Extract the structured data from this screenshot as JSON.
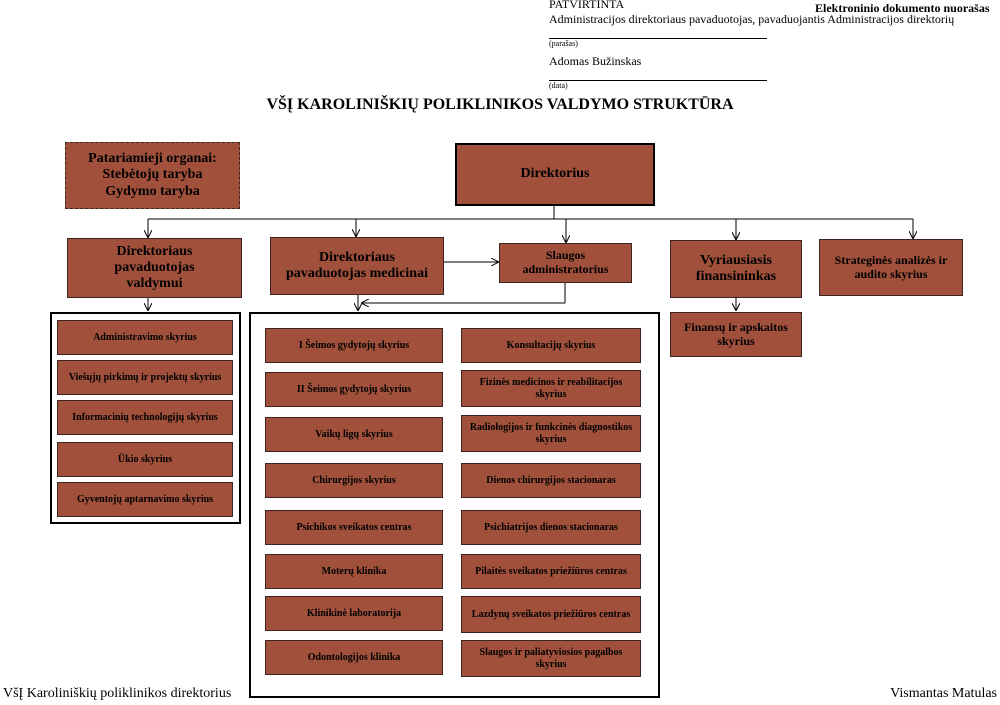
{
  "header": {
    "e_signature": "Elektroninio dokumento nuorašas",
    "approved": "PATVIRTINTA",
    "approver_role": "Administracijos direktoriaus pavaduotojas, pavaduojantis Administracijos direktorių",
    "signature_caption": "(parašas)",
    "approver_name": "Adomas Bužinskas",
    "date_caption": "(data)"
  },
  "title": "VŠĮ KAROLINIŠKIŲ POLIKLINIKOS VALDYMO STRUKTŪRA",
  "advisory": {
    "line1": "Patariamieji organai:",
    "line2": "Stebėtojų taryba",
    "line3": "Gydymo taryba"
  },
  "director": "Direktorius",
  "deputy_management": "Direktoriaus pavaduotojas valdymui",
  "deputy_medicine": "Direktoriaus pavaduotojas medicinai",
  "nursing_admin": "Slaugos administratorius",
  "chief_financier": "Vyriausiasis finansininkas",
  "strategic_audit": "Strateginės analizės ir audito skyrius",
  "finance_accounting": "Finansų ir apskaitos skyrius",
  "management_departments": [
    "Administravimo skyrius",
    "Viešųjų pirkimų ir projektų  skyrius",
    "Informacinių technologijų  skyrius",
    "Ūkio skyrius",
    "Gyventojų aptarnavimo skyrius"
  ],
  "medical_departments_left": [
    "I Šeimos gydytojų skyrius",
    "II Šeimos gydytojų skyrius",
    "Vaikų ligų skyrius",
    "Chirurgijos skyrius",
    "Psichikos sveikatos centras",
    "Moterų klinika",
    "Klinikinė laboratorija",
    "Odontologijos klinika"
  ],
  "medical_departments_right": [
    "Konsultacijų skyrius",
    "Fizinės medicinos ir reabilitacijos skyrius",
    "Radiologijos ir funkcinės diagnostikos skyrius",
    "Dienos chirurgijos stacionaras",
    "Psichiatrijos dienos stacionaras",
    "Pilaitės sveikatos priežiūros centras",
    "Lazdynų sveikatos priežiūros centras",
    "Slaugos ir paliatyviosios pagalbos skyrius"
  ],
  "footer": {
    "left": "VšĮ Karoliniškių poliklinikos direktorius",
    "right": "Vismantas Matulas"
  },
  "colors": {
    "box_fill": "#a0503b",
    "box_border": "#3a2520"
  }
}
